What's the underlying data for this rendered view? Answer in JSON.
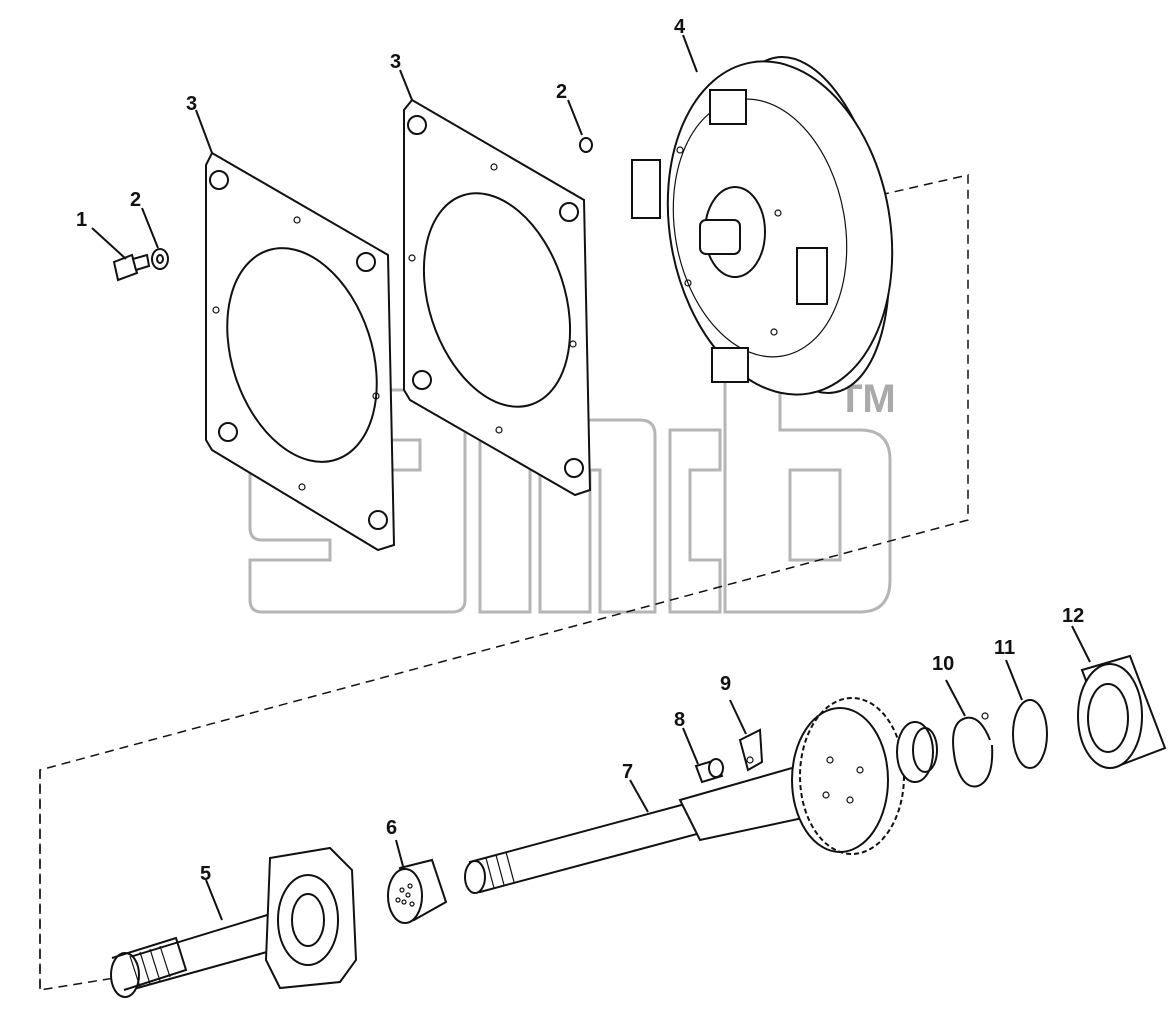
{
  "callouts": [
    {
      "id": "c1",
      "label": "1"
    },
    {
      "id": "c2a",
      "label": "2"
    },
    {
      "id": "c3a",
      "label": "3"
    },
    {
      "id": "c3b",
      "label": "3"
    },
    {
      "id": "c2b",
      "label": "2"
    },
    {
      "id": "c4",
      "label": "4"
    },
    {
      "id": "c5",
      "label": "5"
    },
    {
      "id": "c6",
      "label": "6"
    },
    {
      "id": "c7",
      "label": "7"
    },
    {
      "id": "c8",
      "label": "8"
    },
    {
      "id": "c9",
      "label": "9"
    },
    {
      "id": "c10",
      "label": "10"
    },
    {
      "id": "c11",
      "label": "11"
    },
    {
      "id": "c12",
      "label": "12"
    }
  ],
  "watermark": {
    "trademark": "TM"
  },
  "colors": {
    "ink": "#111111",
    "watermark": "#b5b5b5",
    "background": "#ffffff"
  }
}
